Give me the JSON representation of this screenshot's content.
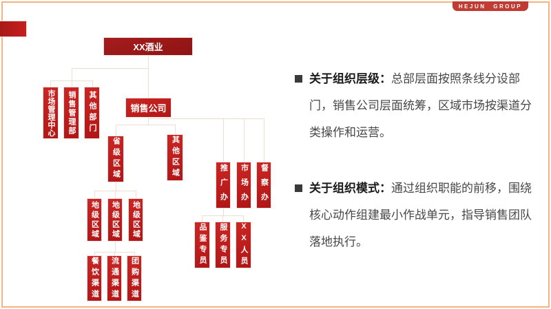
{
  "logo": {
    "text": "HEJUN GROUP"
  },
  "org": {
    "root": "XX酒业",
    "market_center": "市场管理中心",
    "sales_mgmt": "销售管理部",
    "other_dept": "其他部门",
    "sales_company": "销售公司",
    "provincial": "省级区域",
    "other_region": "其他区域",
    "city1": "地级区域",
    "city2": "地级区域",
    "city3": "地级区域",
    "catering": "餐饮渠道",
    "circulation": "流通渠道",
    "group_buy": "团购渠道",
    "promotion": "推广办",
    "market_office": "市场办",
    "supervision": "督察办",
    "tasting": "品鉴专员",
    "service": "服务专员",
    "xx_staff": "XX人员"
  },
  "panel": {
    "b1_title": "关于组织层级：",
    "b1_body": "总部层面按照条线分设部门，销售公司层面统筹，区域市场按渠道分类操作和运营。",
    "b2_title": "关于组织模式：",
    "b2_body": "通过组织职能的前移，围绕核心动作组建最小作战单元，指导销售团队落地执行。"
  },
  "colors": {
    "box_red": "#c0201d",
    "root_red": "#9c1818",
    "badge_red": "#c13b33",
    "border_peach": "#f6b17c",
    "connector_tan": "#eeddd0",
    "text_dark": "#1a1a1a",
    "text_gray": "#474747"
  }
}
